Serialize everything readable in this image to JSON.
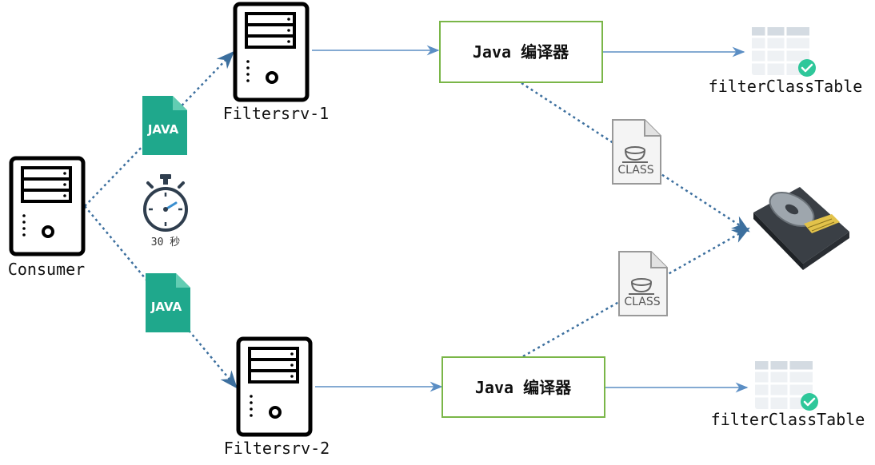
{
  "consumer": {
    "label": "Consumer"
  },
  "servers": [
    {
      "label": "Filtersrv-1"
    },
    {
      "label": "Filtersrv-2"
    }
  ],
  "compilers": [
    {
      "label": "Java 编译器"
    },
    {
      "label": "Java 编译器"
    }
  ],
  "tables": [
    {
      "label": "filterClassTable"
    },
    {
      "label": "filterClassTable"
    }
  ],
  "java_files": [
    {
      "badge": "JAVA"
    },
    {
      "badge": "JAVA"
    }
  ],
  "class_files": [
    {
      "badge": "CLASS"
    },
    {
      "badge": "CLASS"
    }
  ],
  "timer": {
    "label": "30 秒"
  },
  "colors": {
    "arrow": "#5b8ec4",
    "dotted": "#3c6f9e",
    "compiler_border": "#7ab648",
    "java_file": "#1fa88c",
    "check": "#2ec79a"
  },
  "icons": [
    "server-icon",
    "java-file-icon",
    "stopwatch-icon",
    "class-file-icon",
    "table-icon",
    "check-icon",
    "hard-disk-icon"
  ]
}
